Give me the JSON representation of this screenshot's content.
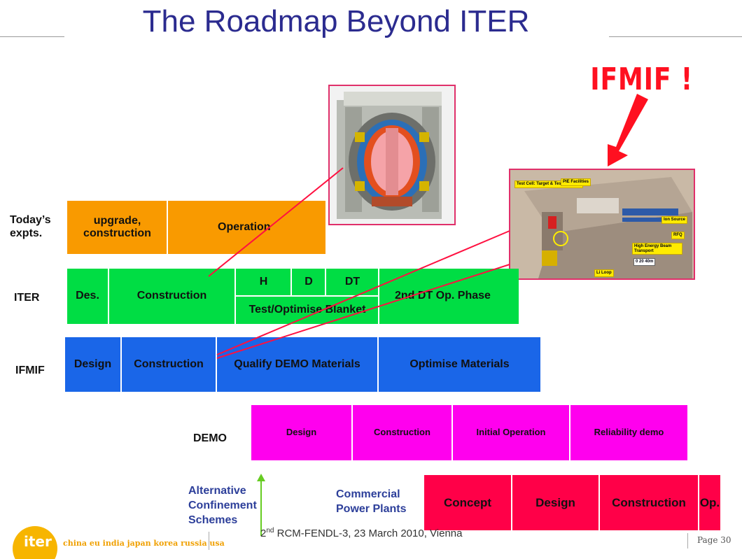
{
  "title": "The Roadmap Beyond ITER",
  "callout": "IFMIF !",
  "rows": {
    "todays": {
      "label": "Today’s expts.",
      "cells": [
        "upgrade, construction",
        "Operation"
      ]
    },
    "iter": {
      "label": "ITER",
      "cells": {
        "des": "Des.",
        "construction": "Construction",
        "h": "H",
        "d": "D",
        "dt": "DT",
        "blanket": "Test/Optimise Blanket",
        "second_dt": "2nd DT Op. Phase"
      }
    },
    "ifmif": {
      "label": "IFMIF",
      "cells": [
        "Design",
        "Construction",
        "Qualify DEMO Materials",
        "Optimise Materials"
      ]
    },
    "demo": {
      "label": "DEMO",
      "cells": [
        "Design",
        "Construction",
        "Initial Operation",
        "Reliability demo"
      ]
    },
    "commercial": {
      "label": "Commercial Power Plants",
      "cells": [
        "Concept",
        "Design",
        "Construction",
        "Op."
      ]
    }
  },
  "alternative": "Alternative Confinement Schemes",
  "ifmif_figure_labels": {
    "test_cell": "Test Cell: Target & Test Modules",
    "pie": "PIE Facilities",
    "ion_source": "Ion Source",
    "rfq": "RFQ",
    "hebt": "High Energy Beam Transport",
    "li_loop": "Li Loop",
    "scale": "0    20    40m"
  },
  "footer": {
    "logo": "iter",
    "partners": "china eu india japan korea russia usa",
    "meeting_sup": "nd",
    "meeting_pre": "2",
    "meeting": "RCM-FENDL-3, 23 March 2010, Vienna",
    "page": "Page 30"
  },
  "colors": {
    "orange": "#f99a00",
    "green": "#00dd44",
    "blue": "#1a66e8",
    "magenta": "#ff00ee",
    "red": "#ff0048",
    "title": "#2b2b8f",
    "callout": "#ff1020"
  }
}
